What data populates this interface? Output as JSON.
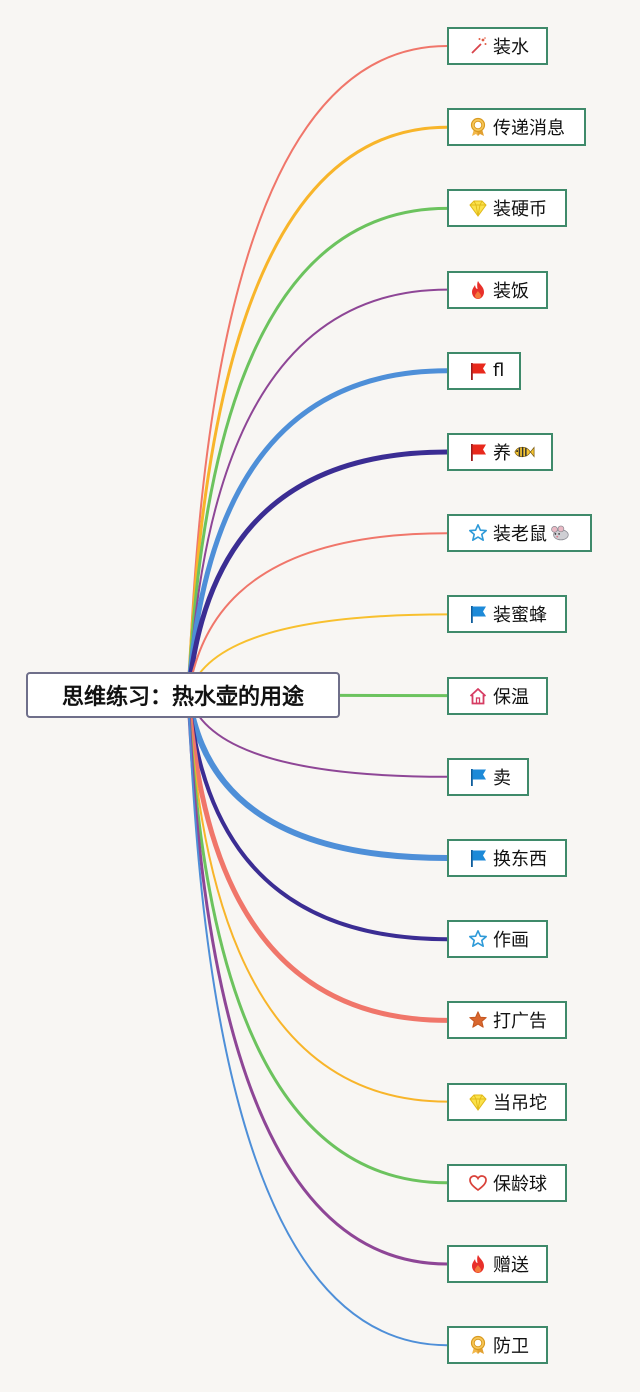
{
  "root": {
    "label": "思维练习：热水壶的用途"
  },
  "branches": [
    {
      "label": "装水",
      "icon": "wand-icon",
      "color": "#f0766a",
      "width": 2
    },
    {
      "label": "传递消息",
      "icon": "award-ribbon-icon",
      "color": "#f8b52a",
      "width": 3
    },
    {
      "label": "装硬币",
      "icon": "diamond-icon",
      "color": "#6cc35e",
      "width": 3
    },
    {
      "label": "装饭",
      "icon": "fire-icon",
      "color": "#8e4696",
      "width": 2
    },
    {
      "label": "fl",
      "icon": "red-flag-icon",
      "color": "#4e8fd8",
      "width": 5
    },
    {
      "label": "养",
      "icon": "red-flag-icon",
      "color": "#3b2d93",
      "width": 5,
      "emoji": "fish-icon"
    },
    {
      "label": "装老鼠",
      "icon": "star-outline-icon",
      "color": "#f0766a",
      "width": 2,
      "emoji": "mouse-icon"
    },
    {
      "label": "装蜜蜂",
      "icon": "blue-flag-icon",
      "color": "#f8c02e",
      "width": 2
    },
    {
      "label": "保温",
      "icon": "home-icon",
      "color": "#6cc35e",
      "width": 3
    },
    {
      "label": "卖",
      "icon": "blue-flag-icon",
      "color": "#8e4696",
      "width": 2
    },
    {
      "label": "换东西",
      "icon": "blue-flag-icon",
      "color": "#4e8fd8",
      "width": 6
    },
    {
      "label": "作画",
      "icon": "star-outline-icon",
      "color": "#3b2d93",
      "width": 4
    },
    {
      "label": "打广告",
      "icon": "star-filled-icon",
      "color": "#f0766a",
      "width": 5
    },
    {
      "label": "当吊坨",
      "icon": "diamond-icon",
      "color": "#f8b52a",
      "width": 2
    },
    {
      "label": "保龄球",
      "icon": "heart-outline-icon",
      "color": "#6cc35e",
      "width": 3
    },
    {
      "label": "赠送",
      "icon": "fire-icon",
      "color": "#8e4696",
      "width": 3
    },
    {
      "label": "防卫",
      "icon": "award-ribbon-icon",
      "color": "#4e8fd8",
      "width": 2
    }
  ]
}
